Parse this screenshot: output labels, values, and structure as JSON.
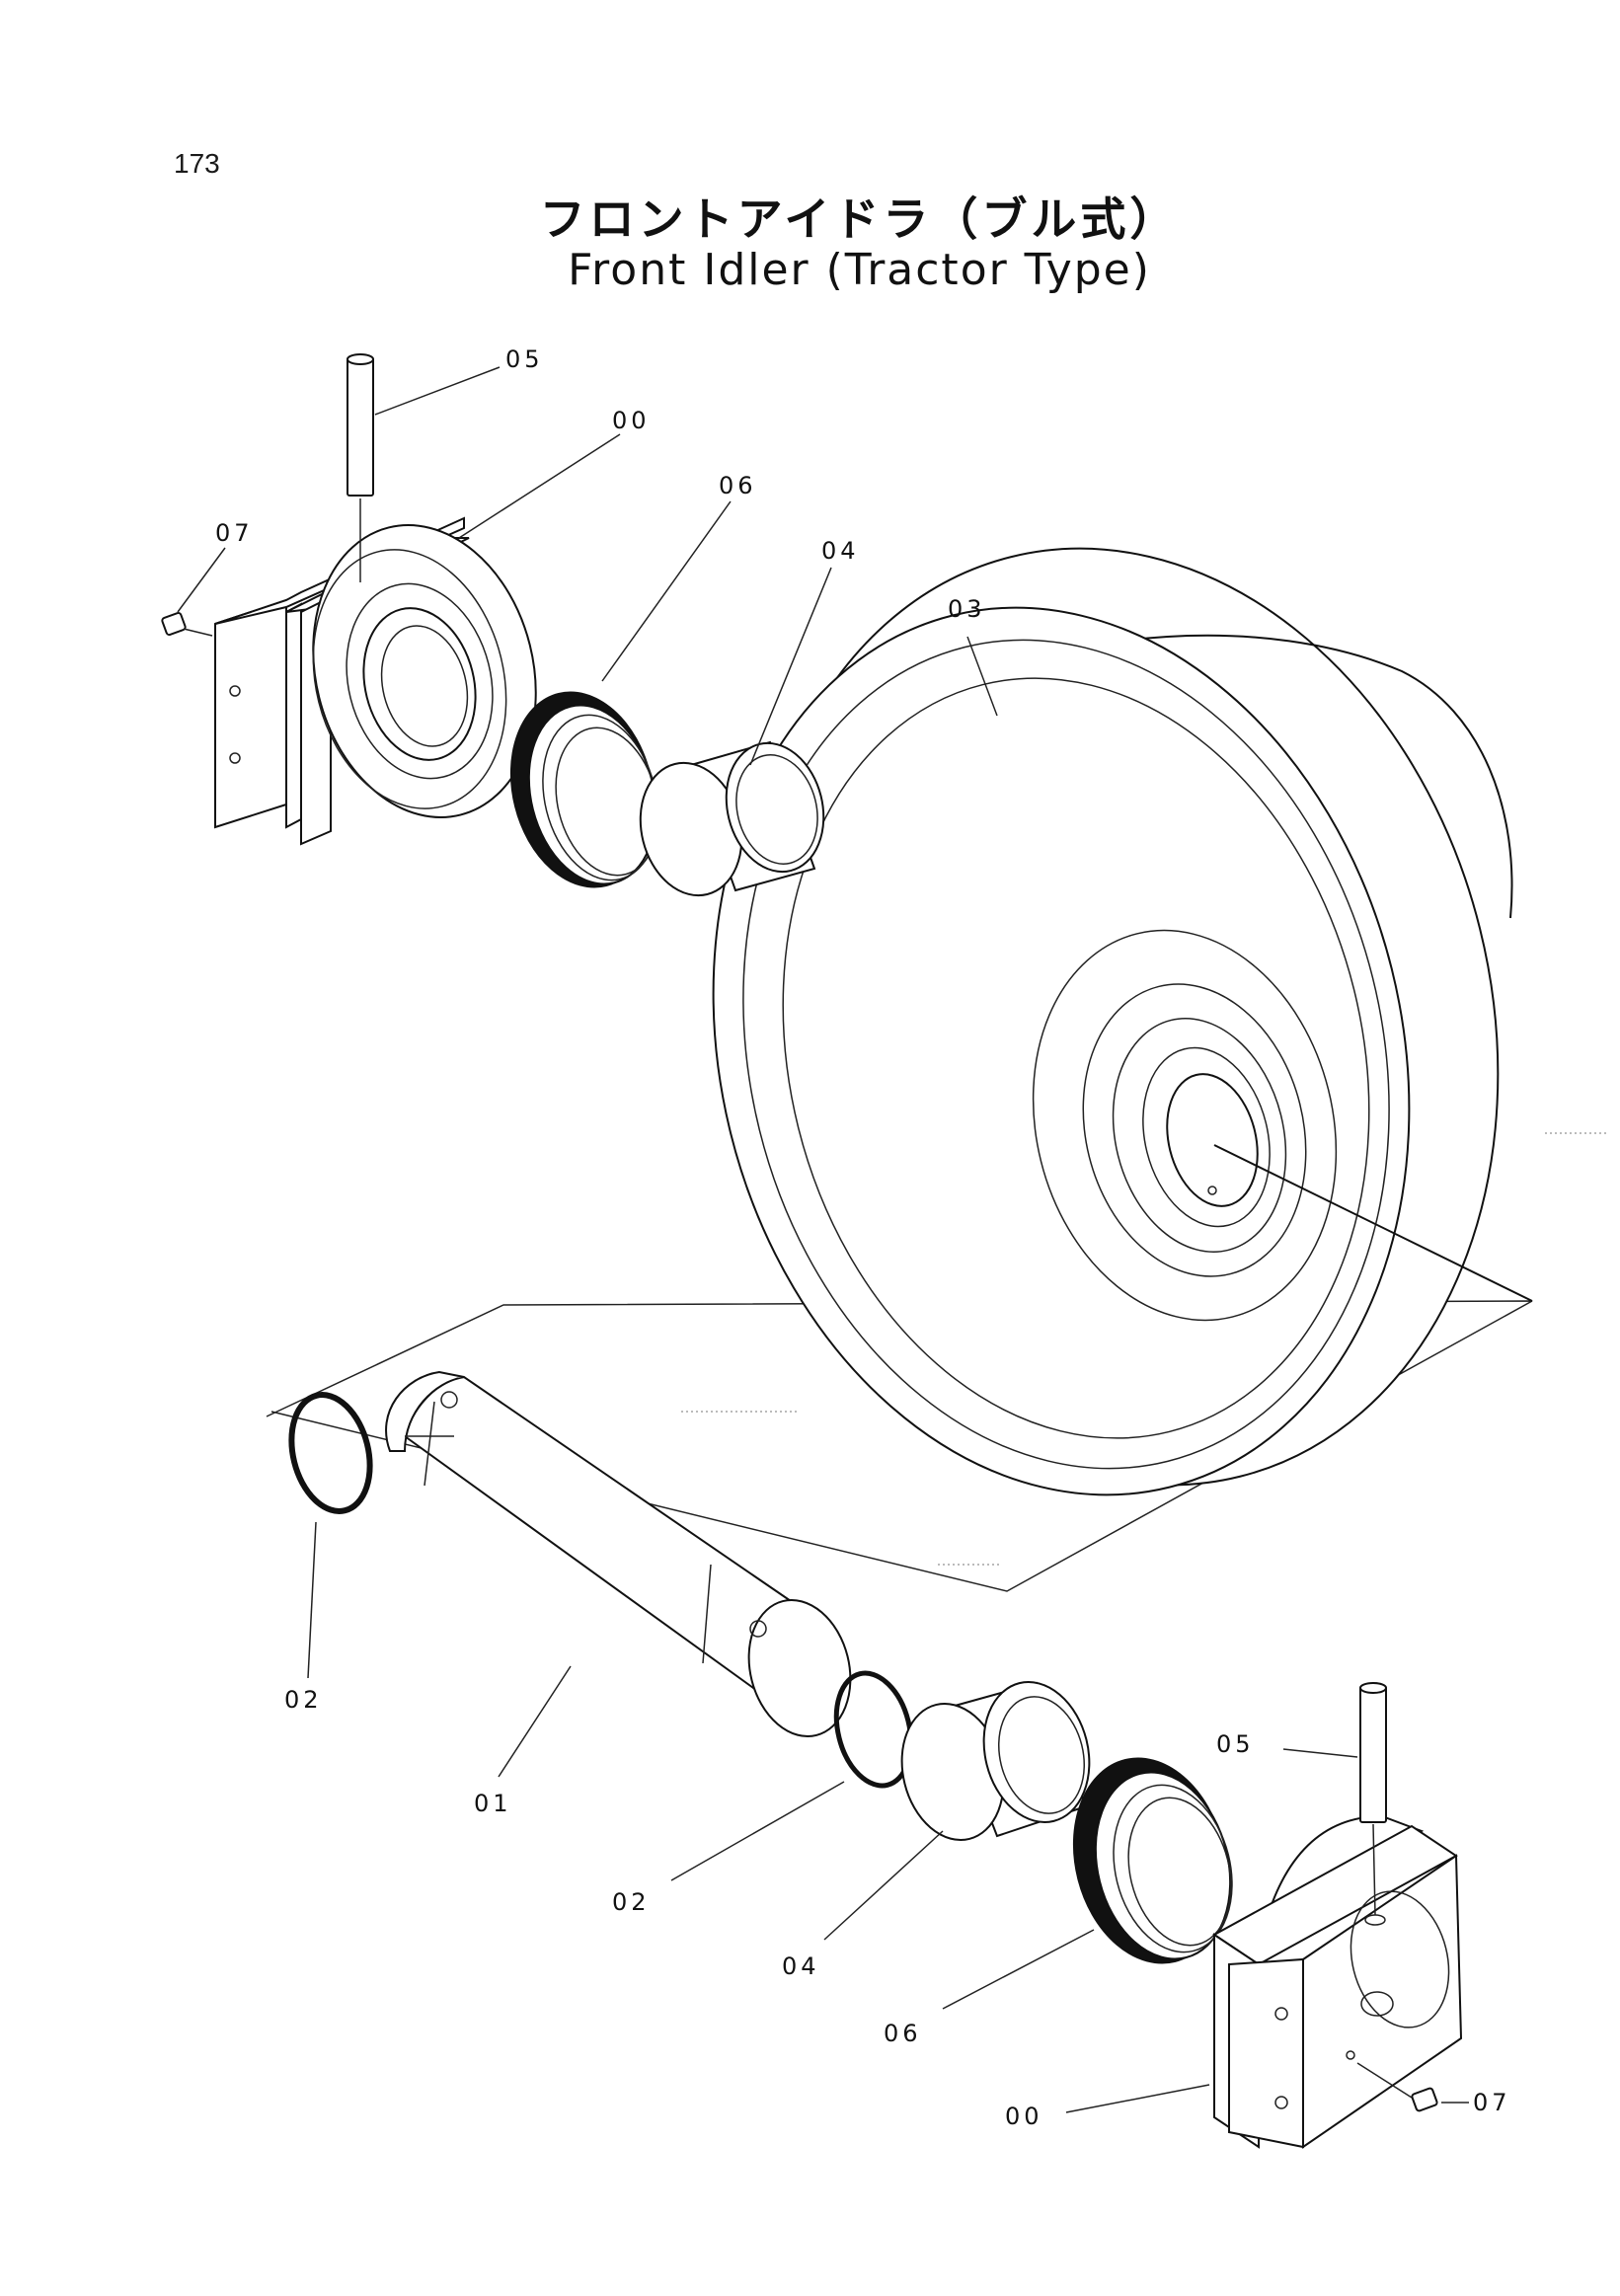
{
  "header": {
    "page_number": "173",
    "title_jp": "フロントアイドラ（ブル式）",
    "title_en": "Front Idler (Tractor Type)"
  },
  "callouts": {
    "c05_top": "05",
    "c00_top": "00",
    "c06_top": "06",
    "c07_top": "07",
    "c04_top": "04",
    "c03": "03",
    "c02_left": "02",
    "c01": "01",
    "c02_mid": "02",
    "c04_bottom": "04",
    "c06_bottom": "06",
    "c05_bottom": "05",
    "c00_bottom": "00",
    "c07_bottom": "07"
  }
}
